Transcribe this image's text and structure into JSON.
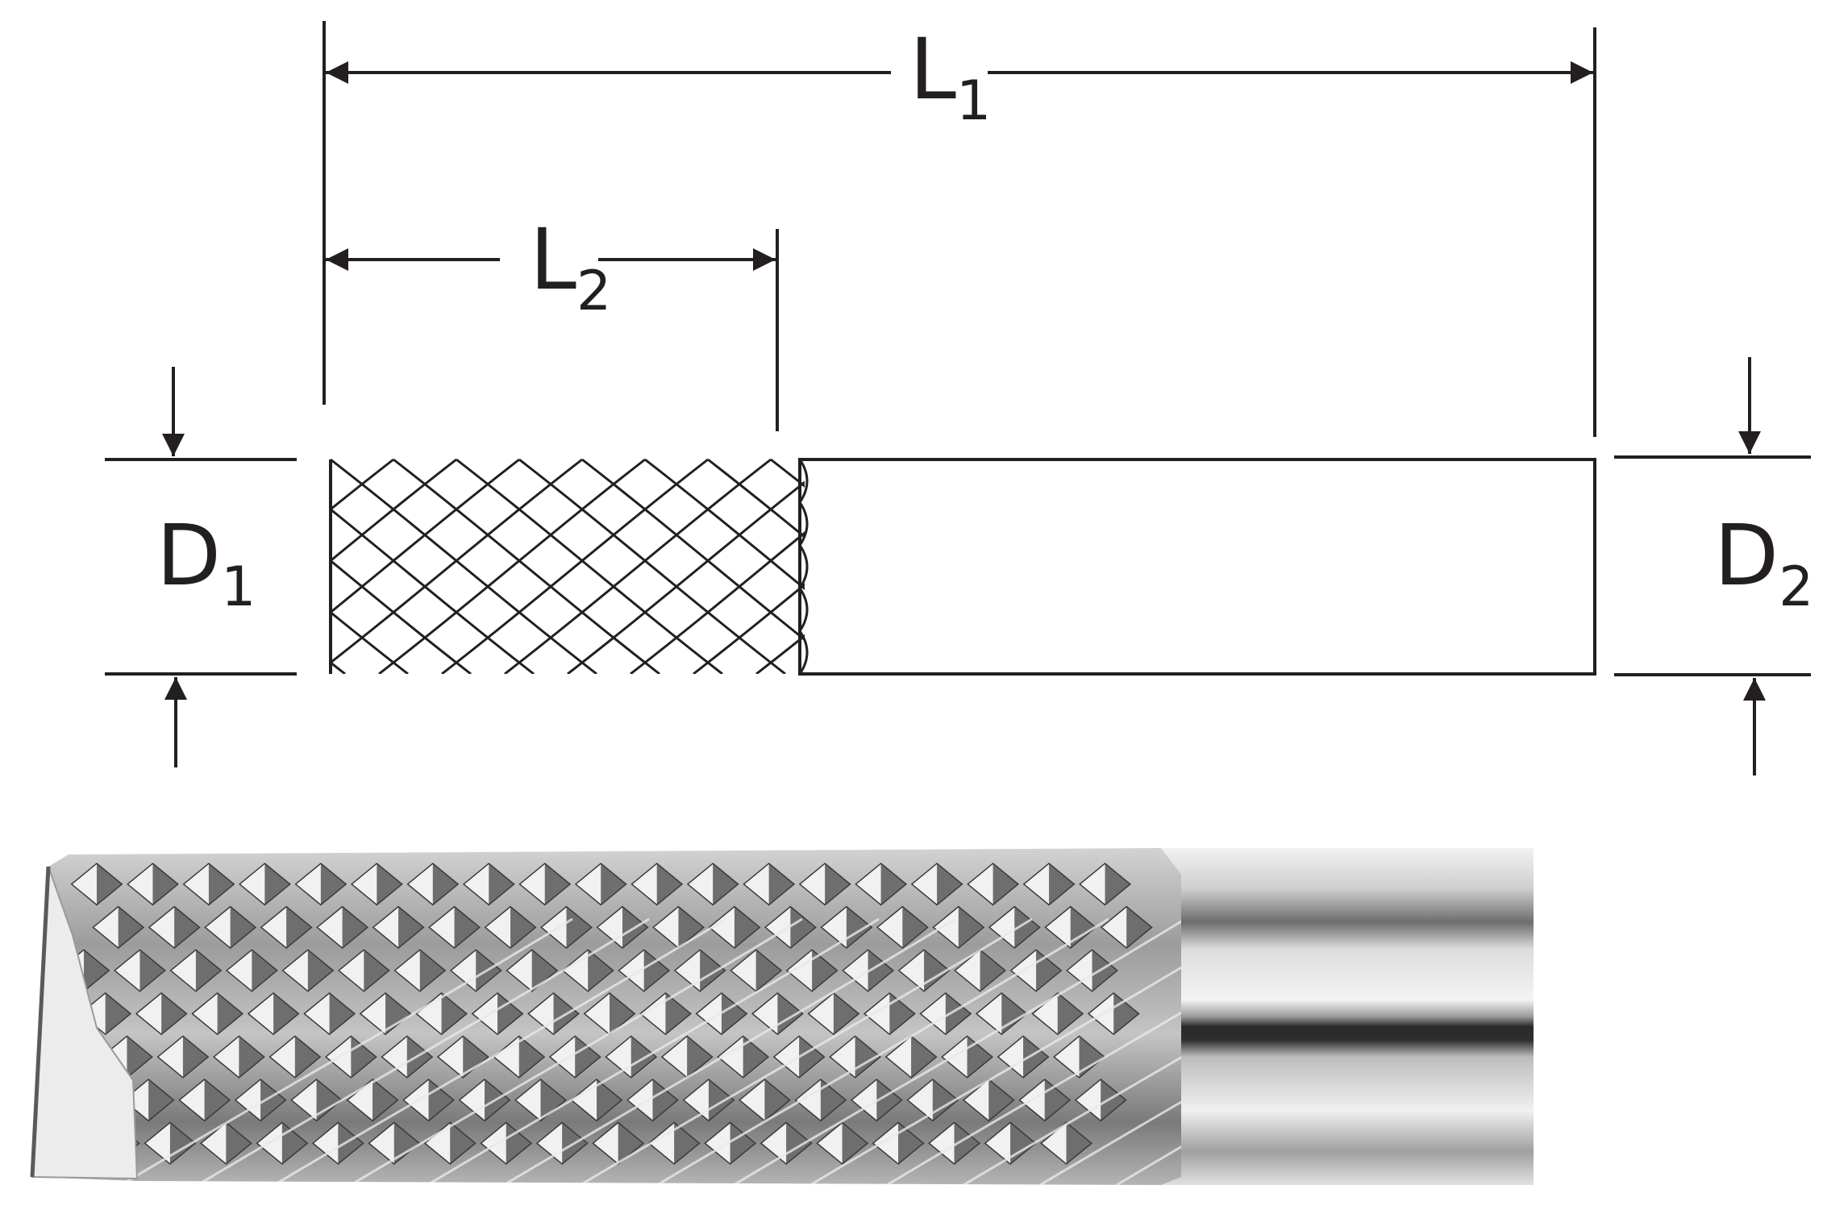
{
  "dimensions": {
    "L1": {
      "letter": "L",
      "sub": "1"
    },
    "L2": {
      "letter": "L",
      "sub": "2"
    },
    "D1": {
      "letter": "D",
      "sub": "1"
    },
    "D2": {
      "letter": "D",
      "sub": "2"
    }
  },
  "colors": {
    "line": "#231f20",
    "steel_light": "#e6e6e6",
    "steel_mid": "#a8a8a8",
    "steel_dark": "#3a3a3a"
  }
}
